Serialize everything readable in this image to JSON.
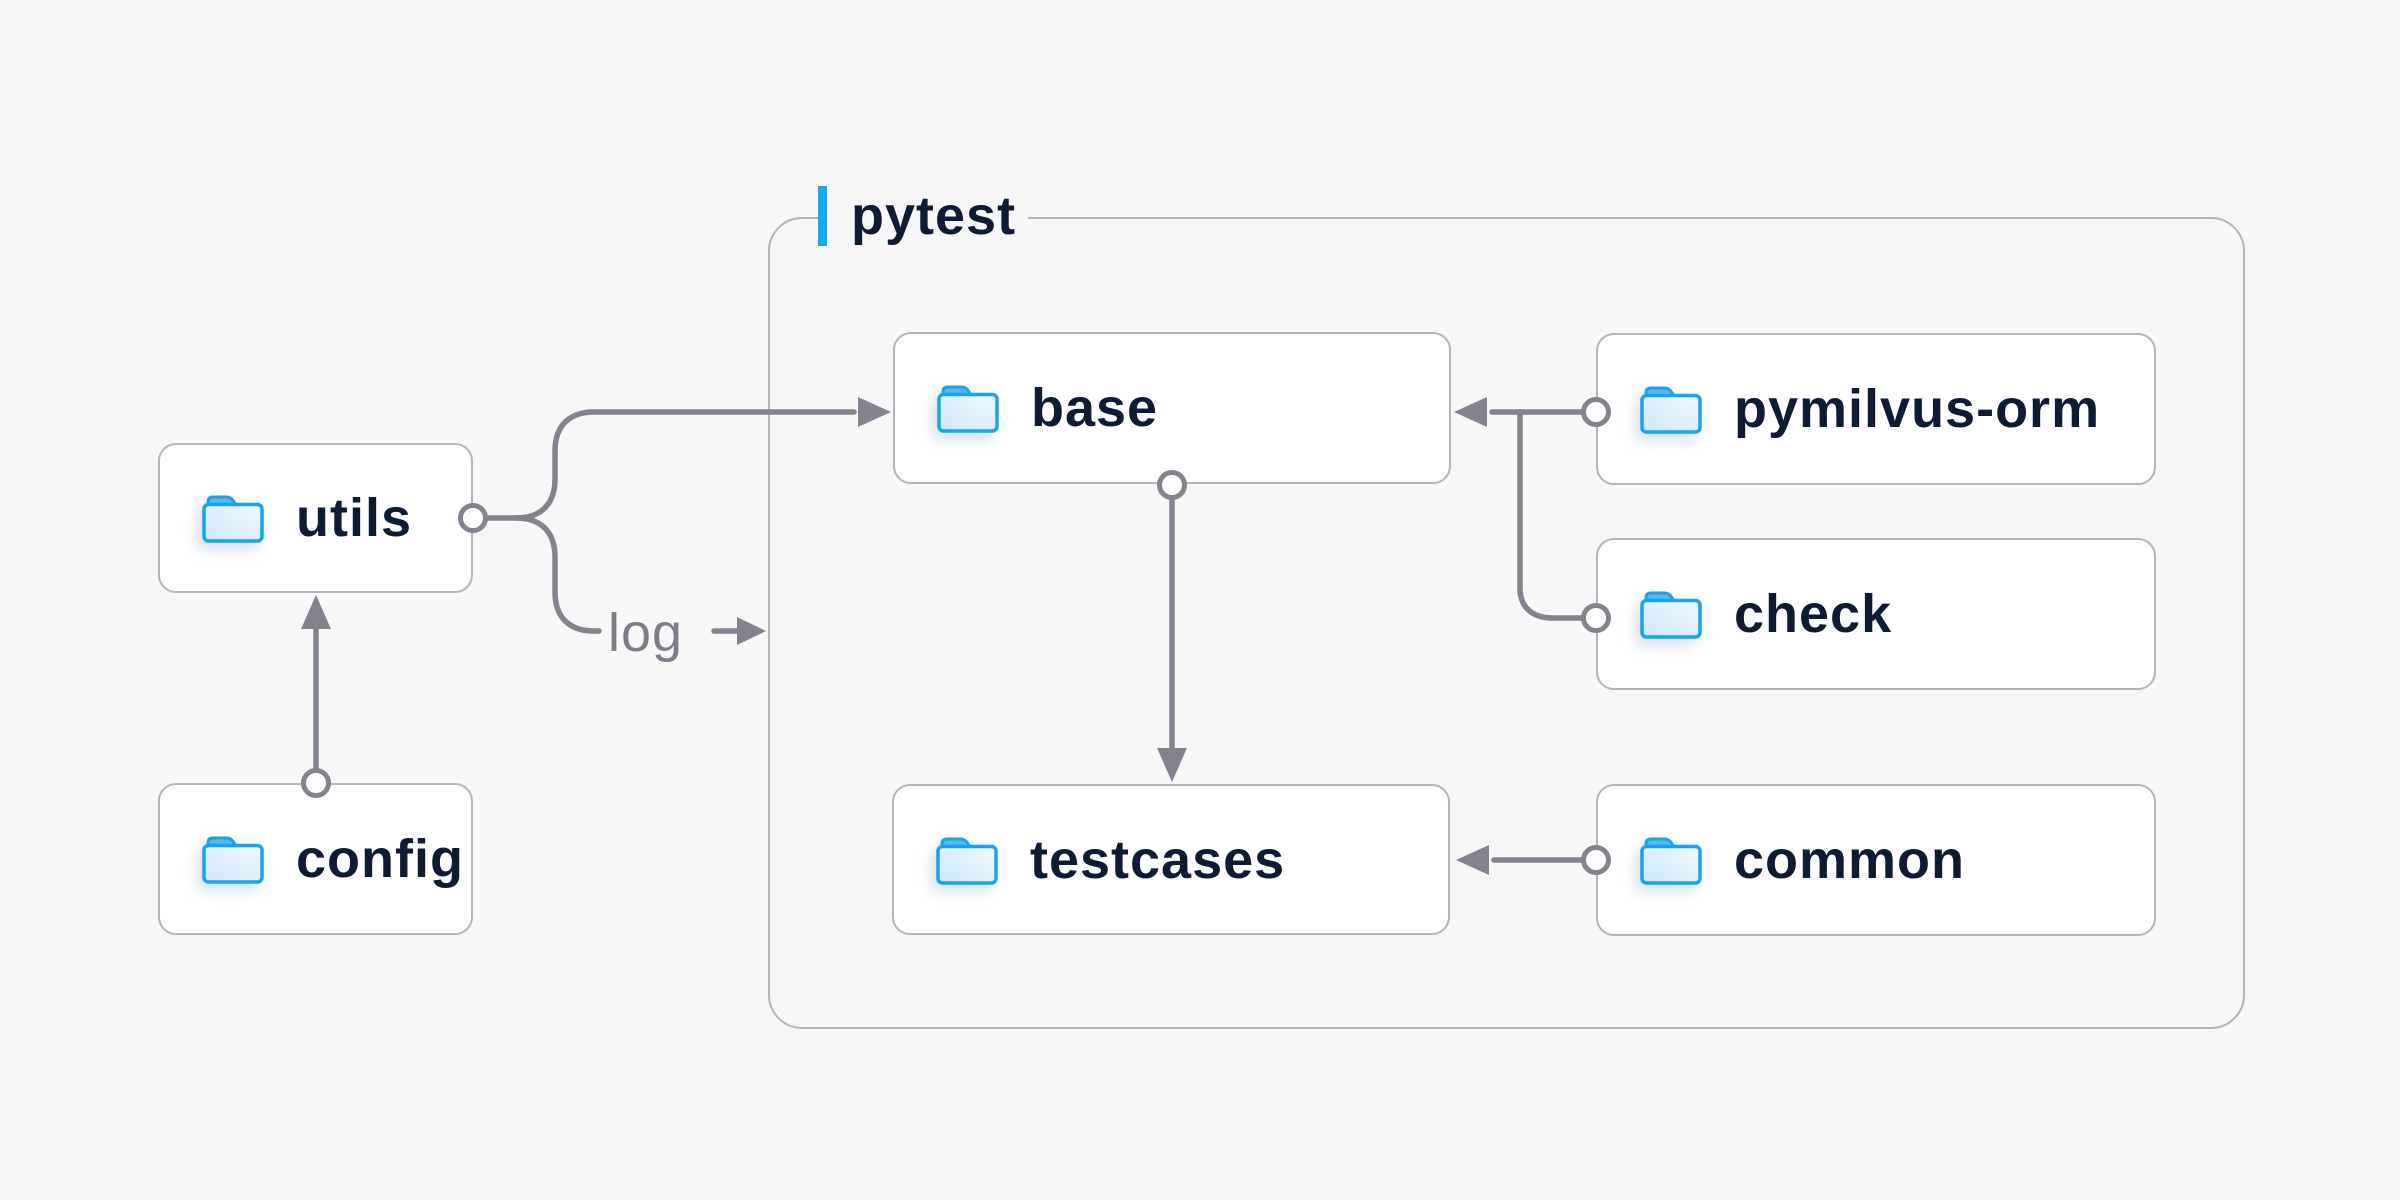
{
  "diagram": {
    "title_label": "pytest",
    "nodes": [
      {
        "id": "utils",
        "label": "utils",
        "icon": "folder-icon"
      },
      {
        "id": "config",
        "label": "config",
        "icon": "folder-icon"
      },
      {
        "id": "base",
        "label": "base",
        "icon": "folder-icon"
      },
      {
        "id": "testcases",
        "label": "testcases",
        "icon": "folder-icon"
      },
      {
        "id": "pymilvus-orm",
        "label": "pymilvus-orm",
        "icon": "folder-icon"
      },
      {
        "id": "check",
        "label": "check",
        "icon": "folder-icon"
      },
      {
        "id": "common",
        "label": "common",
        "icon": "folder-icon"
      }
    ],
    "container": {
      "label": "pytest",
      "children": [
        "base",
        "testcases"
      ]
    },
    "edges": [
      {
        "from": "config",
        "to": "utils",
        "label": ""
      },
      {
        "from": "utils",
        "to": "base",
        "label": ""
      },
      {
        "from": "utils",
        "to": "pytest",
        "label": "log"
      },
      {
        "from": "base",
        "to": "testcases",
        "label": ""
      },
      {
        "from": "pymilvus-orm",
        "to": "base",
        "label": ""
      },
      {
        "from": "check",
        "to": "base",
        "label": ""
      },
      {
        "from": "common",
        "to": "testcases",
        "label": ""
      }
    ],
    "colors": {
      "background": "#f7f7f8",
      "node_background": "#ffffff",
      "node_border": "#b4b4bf",
      "node_text": "#0f1a33",
      "wire": "#83838d",
      "edge_label_text": "#7d7d88",
      "accent_blue": "#12a9f0",
      "folder_stroke": "#1aa3e9",
      "folder_tab": "#55b9ef",
      "folder_fill_light": "#f0f8fe",
      "folder_fill_dark": "#cde8f8"
    }
  }
}
